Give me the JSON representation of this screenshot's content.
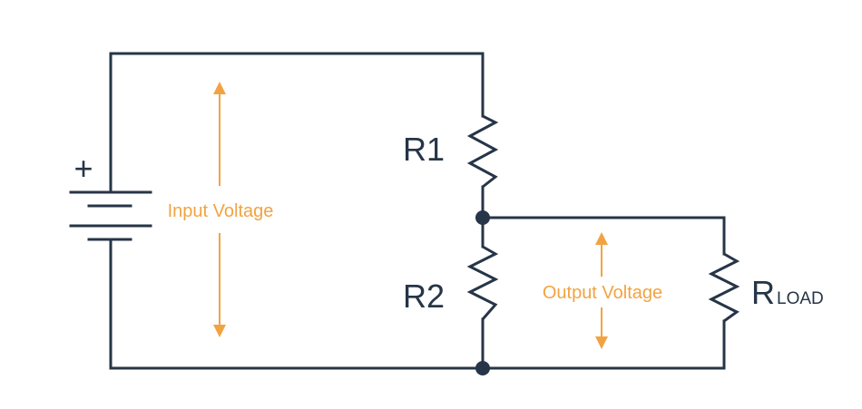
{
  "diagram": {
    "battery": {
      "polarity_symbol": "+"
    },
    "labels": {
      "r1": "R1",
      "r2": "R2",
      "rload_main": "R",
      "rload_sub": "LOAD",
      "input_voltage": "Input Voltage",
      "output_voltage": "Output Voltage"
    },
    "colors": {
      "wire": "#263547",
      "annotation": "#f2a341",
      "background": "#ffffff"
    }
  }
}
